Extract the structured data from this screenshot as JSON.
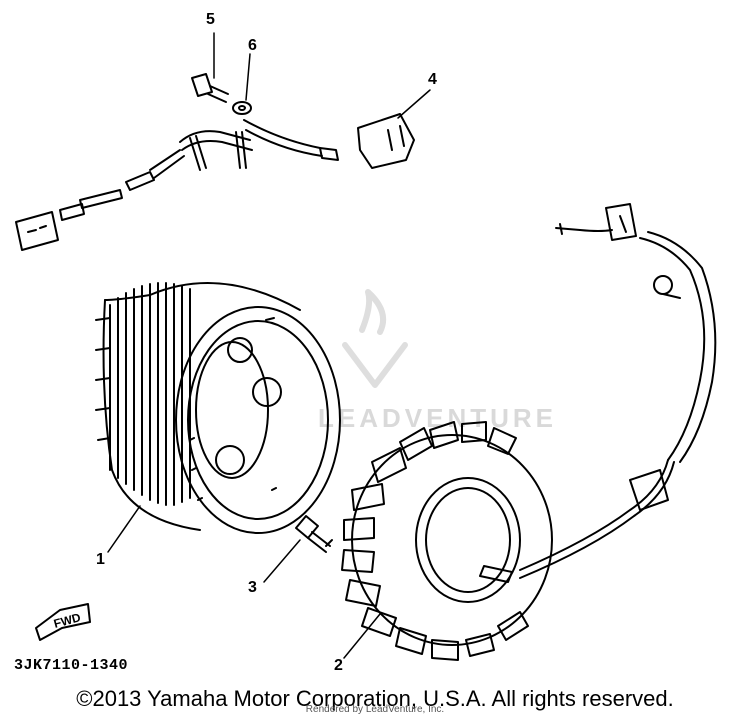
{
  "callouts": {
    "c1": "1",
    "c2": "2",
    "c3": "3",
    "c4": "4",
    "c5": "5",
    "c6": "6"
  },
  "fwd_label": "FWD",
  "part_code": "3JK7110-1340",
  "copyright": "©2013 Yamaha Motor Corporation, U.S.A. All rights reserved.",
  "rendered_by": "Rendered by LeadVenture, Inc.",
  "watermark": "LEADVENTURE"
}
